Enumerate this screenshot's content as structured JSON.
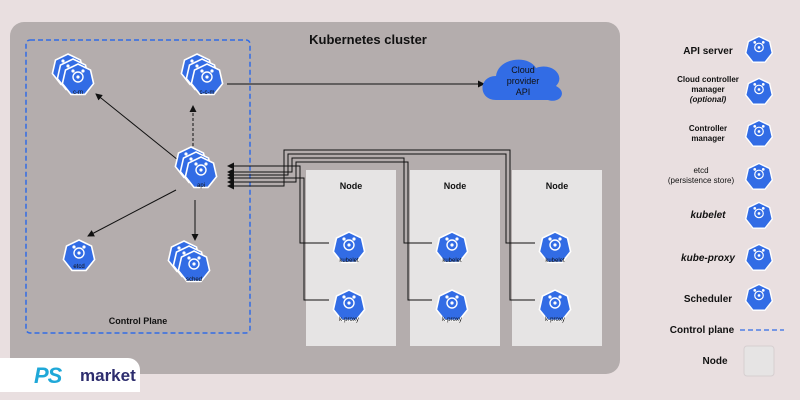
{
  "cluster": {
    "title": "Kubernetes cluster"
  },
  "control_plane": {
    "label": "Control Plane"
  },
  "cloud": {
    "label_lines": [
      "Cloud",
      "provider",
      "API"
    ]
  },
  "nodes": [
    {
      "title": "Node",
      "kubelet": "kubelet",
      "proxy": "k-proxy"
    },
    {
      "title": "Node",
      "kubelet": "kubelet",
      "proxy": "k-proxy"
    },
    {
      "title": "Node",
      "kubelet": "kubelet",
      "proxy": "k-proxy"
    }
  ],
  "components": {
    "cm": "c-m",
    "ccm": "c-c-m",
    "api": "api",
    "etcd": "etcd",
    "sched": "sched"
  },
  "legend": {
    "api_server": "API server",
    "ccm_line1": "Cloud controller",
    "ccm_line2": "manager",
    "ccm_optional": "(optional)",
    "cm_line1": "Controller",
    "cm_line2": "manager",
    "etcd_line1": "etcd",
    "etcd_line2": "(persistence store)",
    "kubelet": "kubelet",
    "kube_proxy": "kube-proxy",
    "scheduler": "Scheduler",
    "control_plane": "Control plane",
    "node": "Node"
  },
  "watermark": {
    "brand": "PS",
    "suffix": "market"
  },
  "colors": {
    "k8s_blue": "#326ce5",
    "cluster_bg": "#b4adad",
    "node_bg": "#e6e4e4",
    "page_bg": "#e9dfe0"
  }
}
